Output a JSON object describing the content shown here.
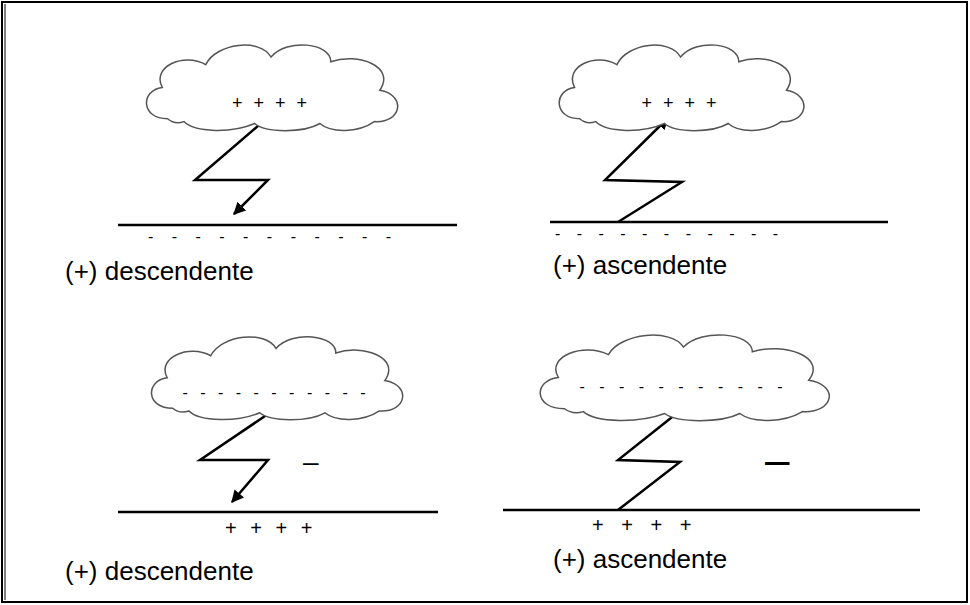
{
  "diagram": {
    "nodes": [
      {
        "text": [
          "+ + + +"
        ]
      },
      {
        "text": [
          "+ + + +"
        ]
      },
      {
        "text": [
          "- - - - - - - - - - -"
        ]
      },
      {
        "text": [
          "- - - - - - - - - - -"
        ]
      }
    ],
    "labels": [
      "- - - - - - - - - - -",
      "(+) descendente",
      "- - - - - - - - - - -",
      "(+) ascendente",
      "–",
      "+ + + +",
      "(+) descendente",
      "–",
      "+ + + +",
      "(+) ascendente"
    ]
  }
}
